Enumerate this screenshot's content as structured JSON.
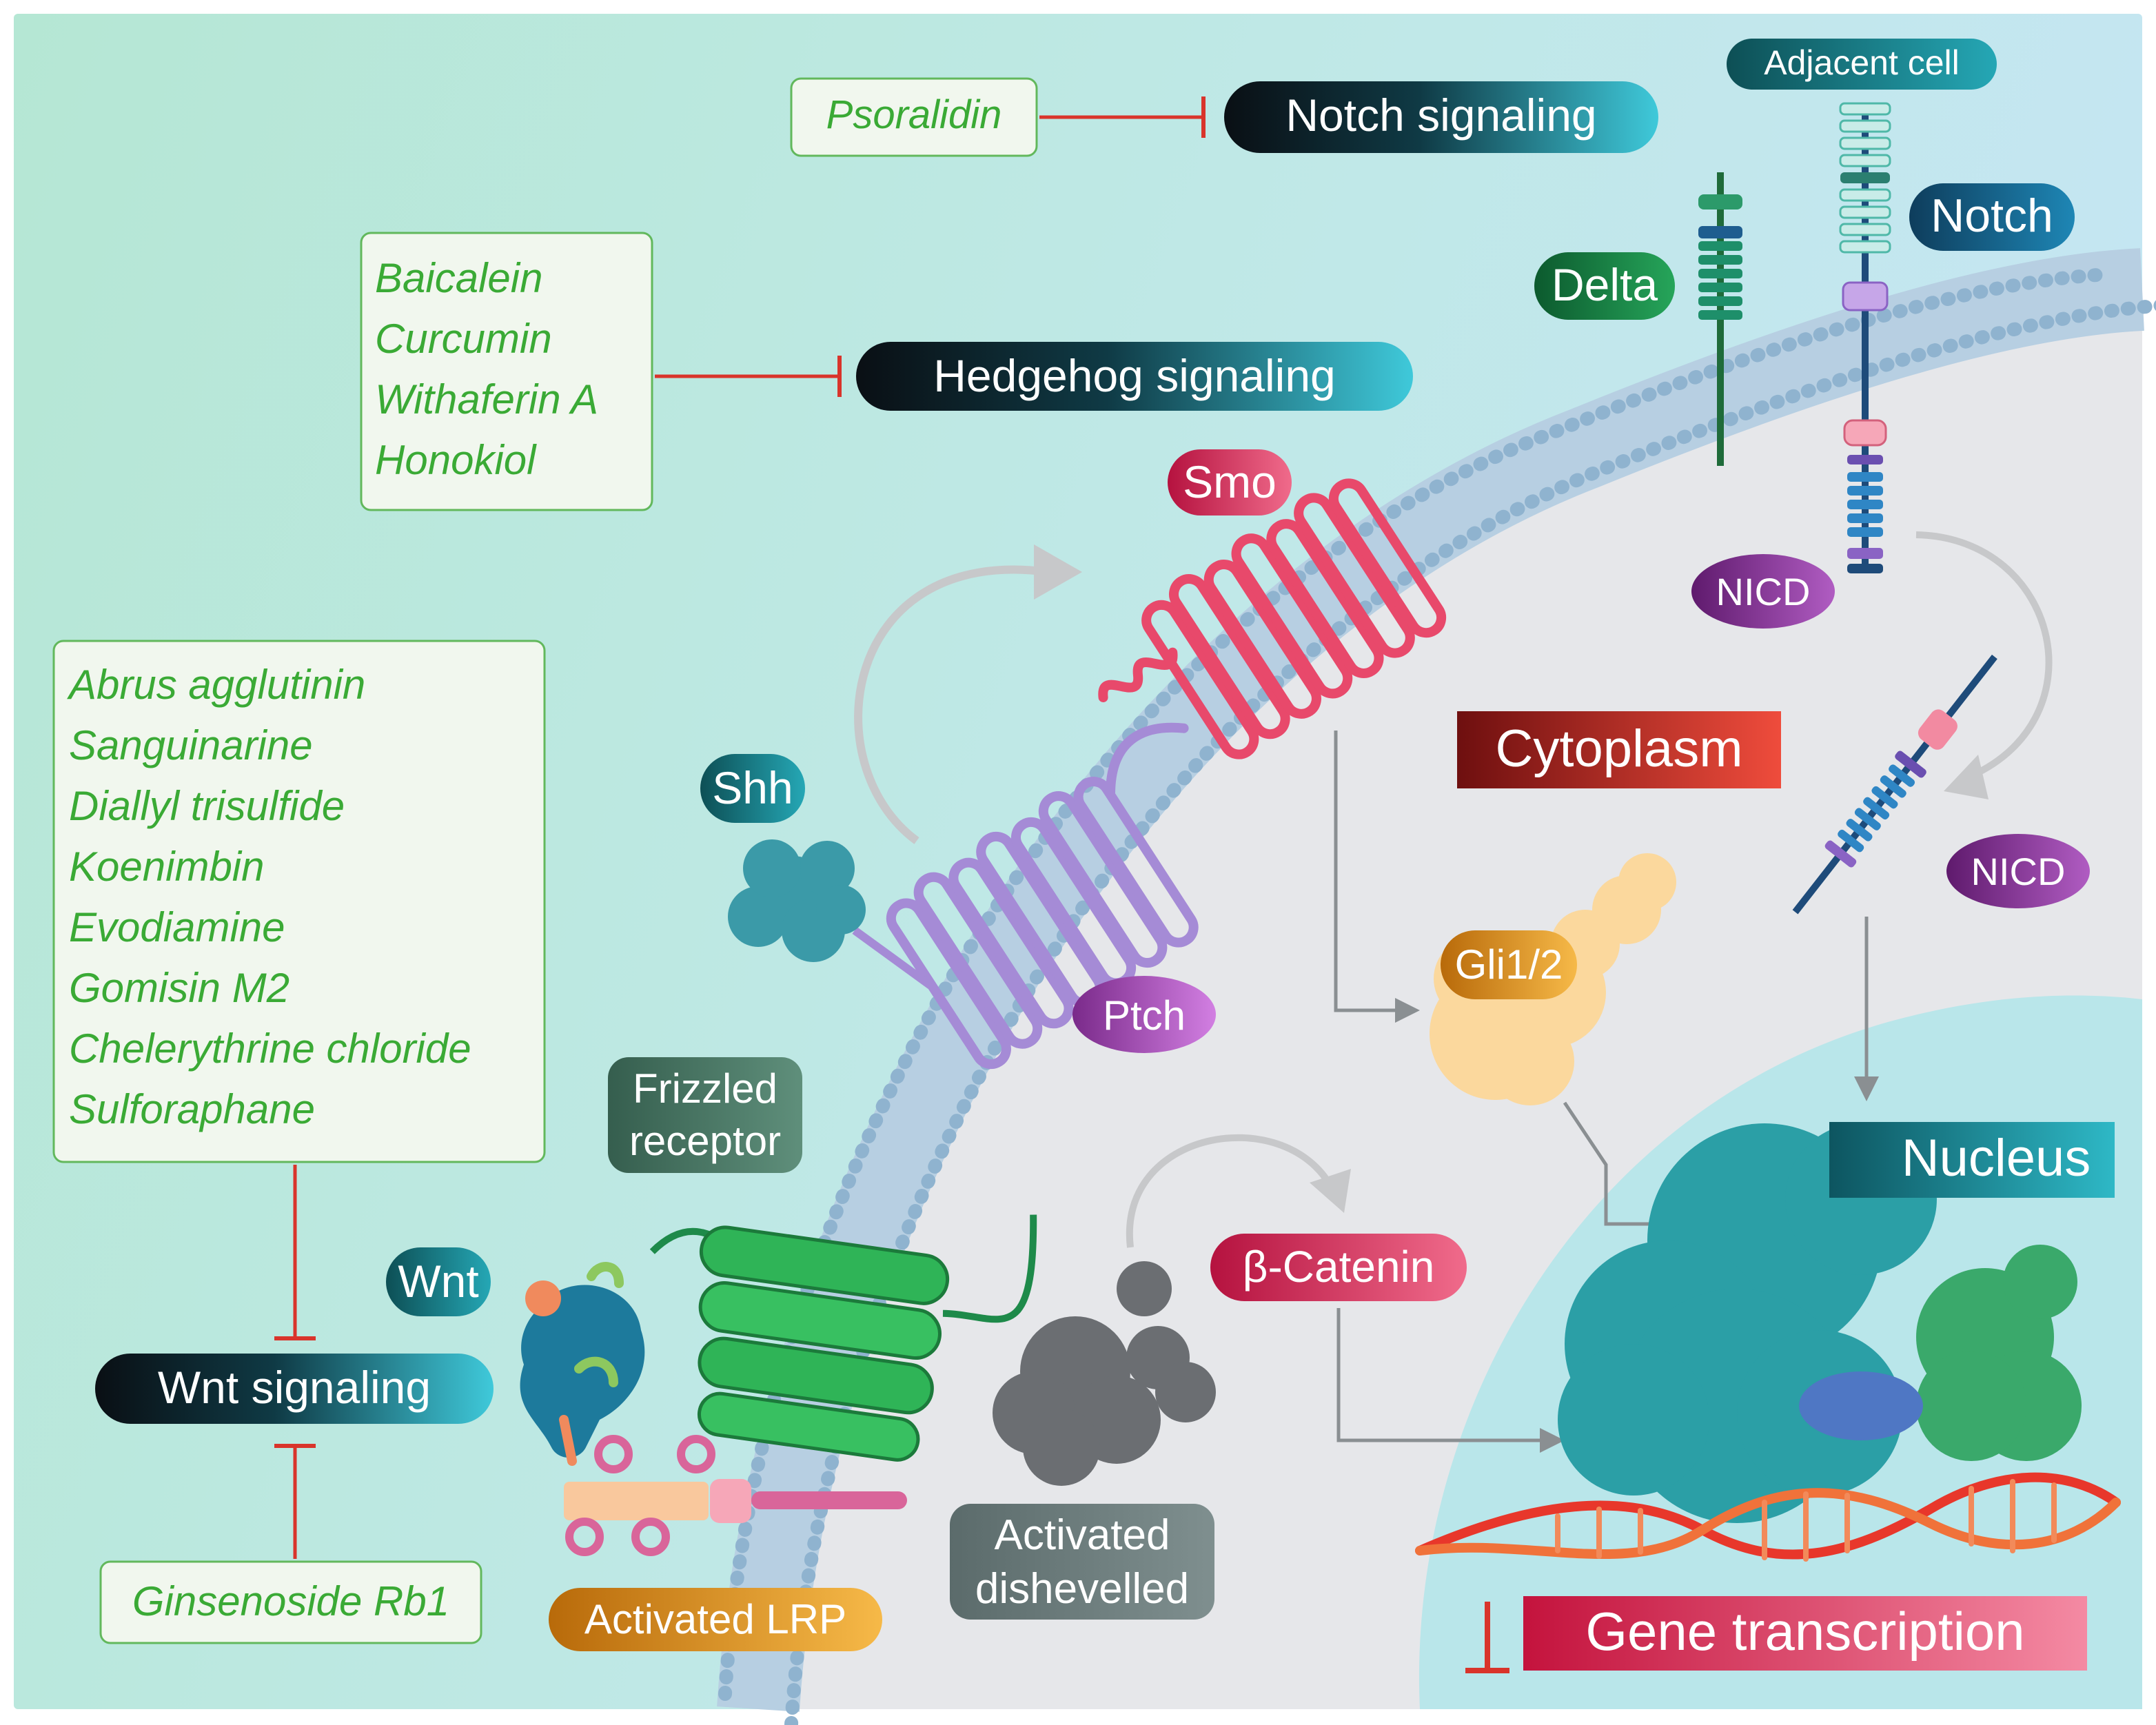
{
  "pathways": {
    "notch": "Notch signaling",
    "hedgehog": "Hedgehog signaling",
    "wnt": "Wnt signaling"
  },
  "inhibitors": {
    "notch": [
      "Psoralidin"
    ],
    "hedgehog": [
      "Baicalein",
      "Curcumin",
      "Withaferin A",
      "Honokiol"
    ],
    "wnt_upper": [
      "Abrus agglutinin",
      "Sanguinarine",
      "Diallyl trisulfide",
      "Koenimbin",
      "Evodiamine",
      "Gomisin M2",
      "Chelerythrine chloride",
      "Sulforaphane"
    ],
    "wnt_lower": [
      "Ginsenoside Rb1"
    ]
  },
  "labels": {
    "adjacent_cell": "Adjacent cell",
    "notch": "Notch",
    "delta": "Delta",
    "nicd_1": "NICD",
    "nicd_2": "NICD",
    "smo": "Smo",
    "shh": "Shh",
    "ptch": "Ptch",
    "cytoplasm": "Cytoplasm",
    "gli": "Gli1/2",
    "frizzled_line1": "Frizzled",
    "frizzled_line2": "receptor",
    "wnt": "Wnt",
    "beta_catenin": "β-Catenin",
    "nucleus": "Nucleus",
    "activated_lrp": "Activated LRP",
    "dishevelled_line1": "Activated",
    "dishevelled_line2": "dishevelled",
    "gene_transcription": "Gene transcription"
  },
  "colors": {
    "inhibitor_text": "#3aaa35",
    "inhibit_line": "#d9342b",
    "membrane": "#8fb3cf",
    "nucleus_fill": "#b9e6ea",
    "smo": "#e8496b",
    "ptch": "#a58bd6",
    "frizzled": "#2fb457",
    "gli": "#f9c46b",
    "dna": "#e8372b"
  }
}
